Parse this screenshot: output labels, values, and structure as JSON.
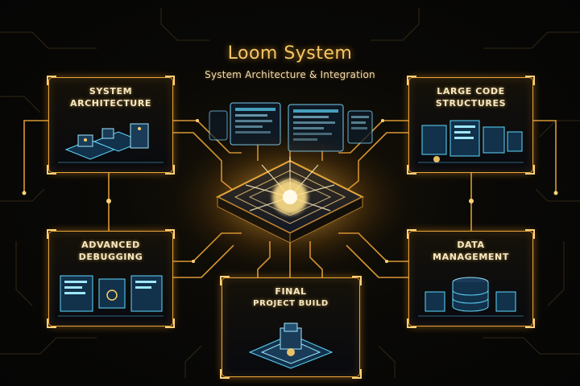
{
  "header": {
    "title": "Loom System",
    "subtitle": "System Architecture & Integration"
  },
  "panels": {
    "system_architecture": {
      "line1": "System",
      "line2": "Architecture"
    },
    "large_code": {
      "line1": "Large Code",
      "line2": "Structures"
    },
    "advanced_debugging": {
      "line1": "Advanced",
      "line2": "Debugging"
    },
    "data_management": {
      "line1": "Data",
      "line2": "Management"
    },
    "final_build": {
      "line1": "Final",
      "line2": "Project Build"
    }
  },
  "colors": {
    "accent": "#e8a73a",
    "glow": "#ffcf6b",
    "cyan": "#5fd8ff",
    "background": "#070605"
  }
}
